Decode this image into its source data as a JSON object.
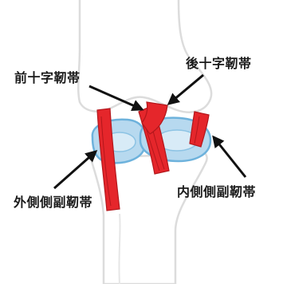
{
  "labels": {
    "acl": "前十字靭帯",
    "pcl": "後十字靭帯",
    "lateral_collateral": "外側側副靭帯",
    "medial_collateral": "内側側副靭帯"
  },
  "colors": {
    "bone_fill": "#ffffff",
    "bone_outline": "#dcdcdc",
    "ligament_red": "#e5262b",
    "ligament_dark": "#b3171c",
    "meniscus_blue": "#b7d9ef",
    "meniscus_outline": "#6db2dc",
    "arrow": "#111111",
    "label_text": "#1a1a1a"
  }
}
